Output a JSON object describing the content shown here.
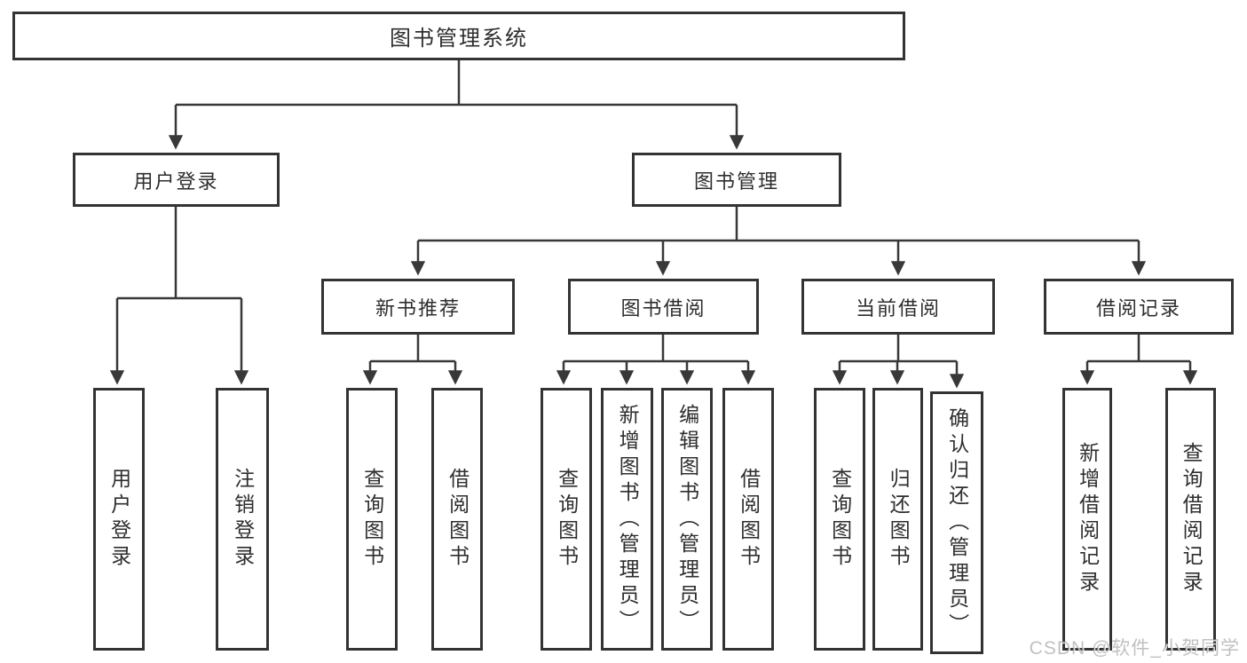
{
  "diagram": {
    "title": "图书管理系统",
    "branches": [
      {
        "label": "用户登录",
        "children": [
          "用户登录",
          "注销登录"
        ]
      },
      {
        "label": "图书管理",
        "sections": [
          {
            "label": "新书推荐",
            "children": [
              "查询图书",
              "借阅图书"
            ]
          },
          {
            "label": "图书借阅",
            "children": [
              "查询图书",
              "新增图书（管理员）",
              "编辑图书（管理员）",
              "借阅图书"
            ]
          },
          {
            "label": "当前借阅",
            "children": [
              "查询图书",
              "归还图书",
              "确认归还（管理员）"
            ]
          },
          {
            "label": "借阅记录",
            "children": [
              "新增借阅记录",
              "查询借阅记录"
            ]
          }
        ]
      }
    ]
  },
  "watermark": "CSDN @软件_小贺同学",
  "colors": {
    "line": "#383838",
    "box_border": "#333333",
    "text": "#2e2e2e",
    "background": "#ffffff",
    "watermark": "#8c8c8c"
  }
}
